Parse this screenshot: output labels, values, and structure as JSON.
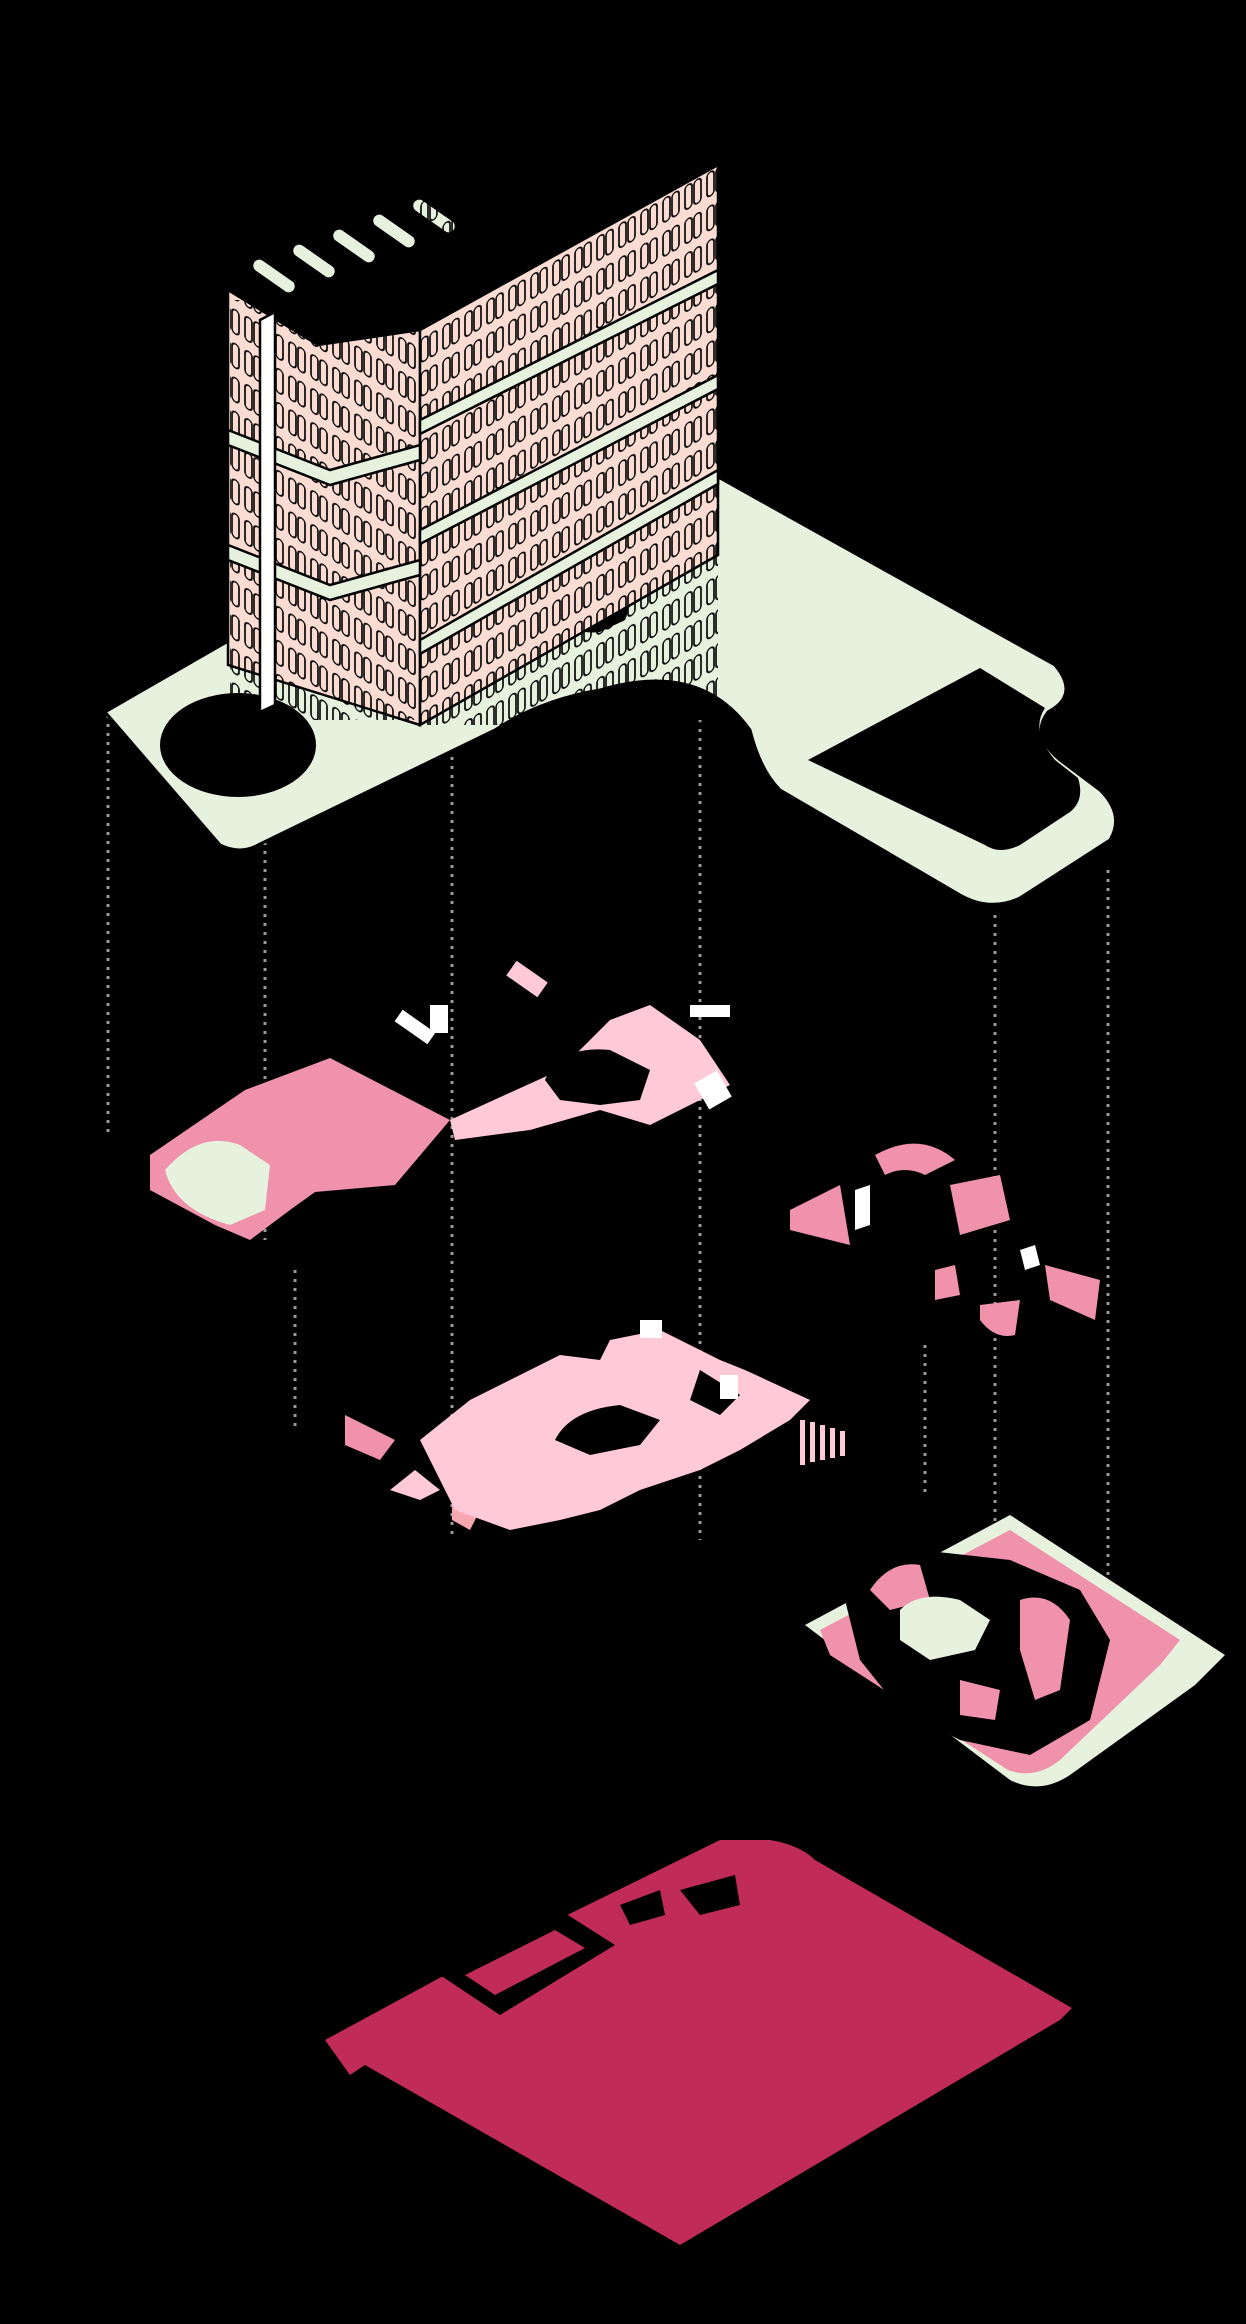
{
  "diagram": {
    "type": "exploded-axonometric",
    "labels": [],
    "layers": [
      {
        "name": "residential-tower",
        "fill": "#FBDCD2"
      },
      {
        "name": "podium-roof-plate",
        "fill": "#E6F2DE"
      },
      {
        "name": "upper-floor-plate",
        "fill": "#F092AC"
      },
      {
        "name": "mid-floor-plate",
        "fill": "#FFC9D8"
      },
      {
        "name": "ground-floor-plate",
        "fill": "#F092AC"
      },
      {
        "name": "basement-plate",
        "fill": "#C02B57"
      }
    ],
    "colors": {
      "background": "#000000",
      "tower": "#FBDCD2",
      "podium": "#E6F2DE",
      "pink_light": "#FFC9D8",
      "pink_mid": "#F092AC",
      "pink_deep": "#C02B57",
      "guide_lines": "#9A9A9A"
    }
  }
}
